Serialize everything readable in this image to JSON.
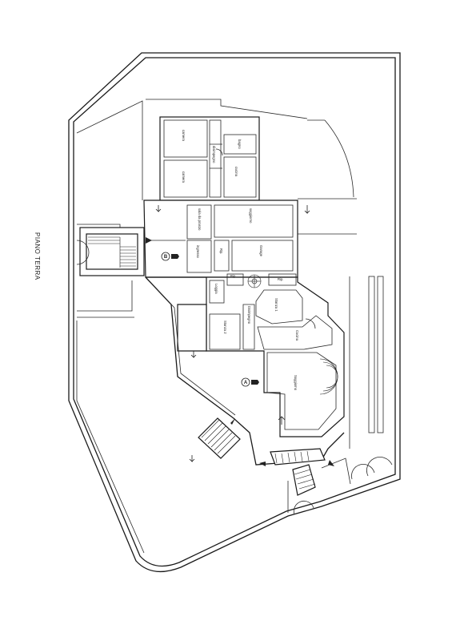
{
  "drawing": {
    "title": "PIANO TERRA",
    "entrance_a": "A",
    "entrance_b": "B"
  },
  "rooms": {
    "camera_1": "camera",
    "disimpegno_1": "disimpegno",
    "bagno_1": "bagno",
    "camera_2": "camera",
    "cucina_1": "cucina",
    "sala_pranzo": "sala da pranzo",
    "soggiorno_1": "soggiorno",
    "ingresso": "ingresso",
    "rip_1": "Rip.",
    "garage": "Garage",
    "rip_2": "Rip.",
    "rip_3": "Rip.",
    "loggia": "Loggia",
    "stanza_1": "Stanza 1",
    "disimpegno_2": "Disimpegno",
    "stanza_2": "Stanza 2",
    "cucina_2": "Cucina",
    "soggiorno_2": "Soggiorno"
  }
}
